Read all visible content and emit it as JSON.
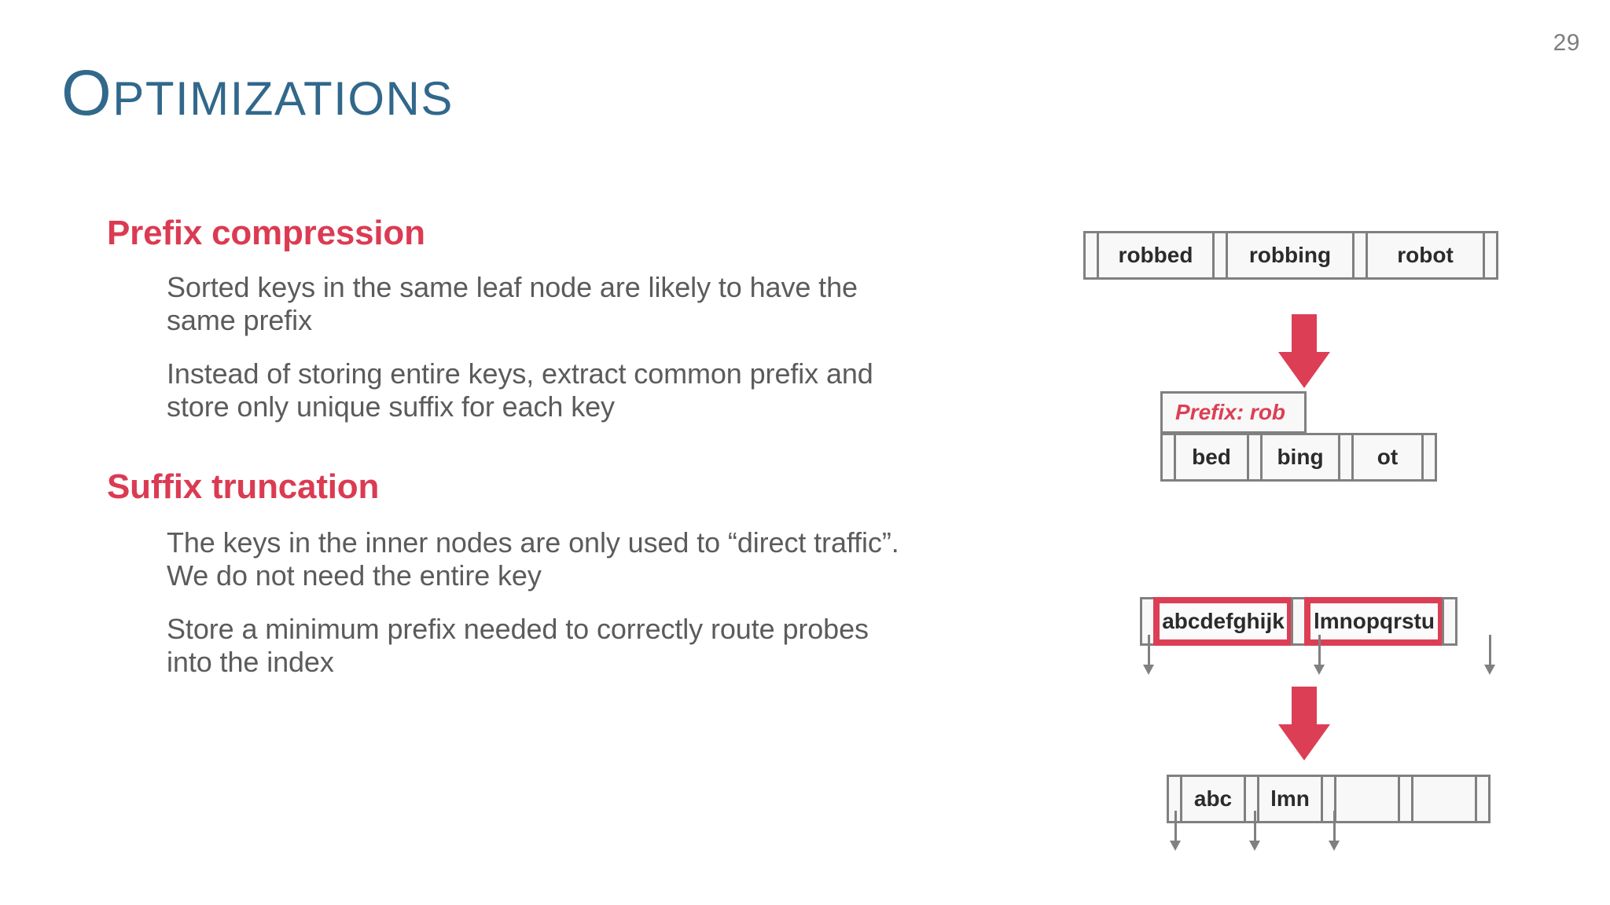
{
  "slide": {
    "page_number": "29",
    "title_first_letter": "O",
    "title_rest": "PTIMIZATIONS",
    "title_full": "Optimizations"
  },
  "colors": {
    "title_blue": "#31688b",
    "heading_red": "#db3b52",
    "accent_red": "#dc3f55",
    "body_gray": "#5b5b5b",
    "cell_border_gray": "#808080",
    "page_number_gray": "#7e7e7e"
  },
  "sections": [
    {
      "heading": "Prefix compression",
      "bullets": [
        "Sorted keys in the same leaf node are likely to have the same prefix",
        "Instead of storing entire keys, extract common prefix and store only unique suffix for each key"
      ]
    },
    {
      "heading": "Suffix truncation",
      "bullets": [
        "The keys in the inner nodes are only used to “direct traffic”. We do not need the entire key",
        "Store a minimum prefix needed to correctly route probes into the index"
      ]
    }
  ],
  "diagrams": {
    "prefix_compression": {
      "before_node": {
        "keys": [
          "robbed",
          "robbing",
          "robot"
        ]
      },
      "prefix_label": "Prefix: rob",
      "after_node": {
        "keys": [
          "bed",
          "bing",
          "ot"
        ]
      }
    },
    "suffix_truncation": {
      "before_node": {
        "keys": [
          "abcdefghijk",
          "lmnopqrstu"
        ],
        "highlighted": true
      },
      "after_node": {
        "keys": [
          "abc",
          "lmn",
          "",
          ""
        ]
      }
    }
  }
}
